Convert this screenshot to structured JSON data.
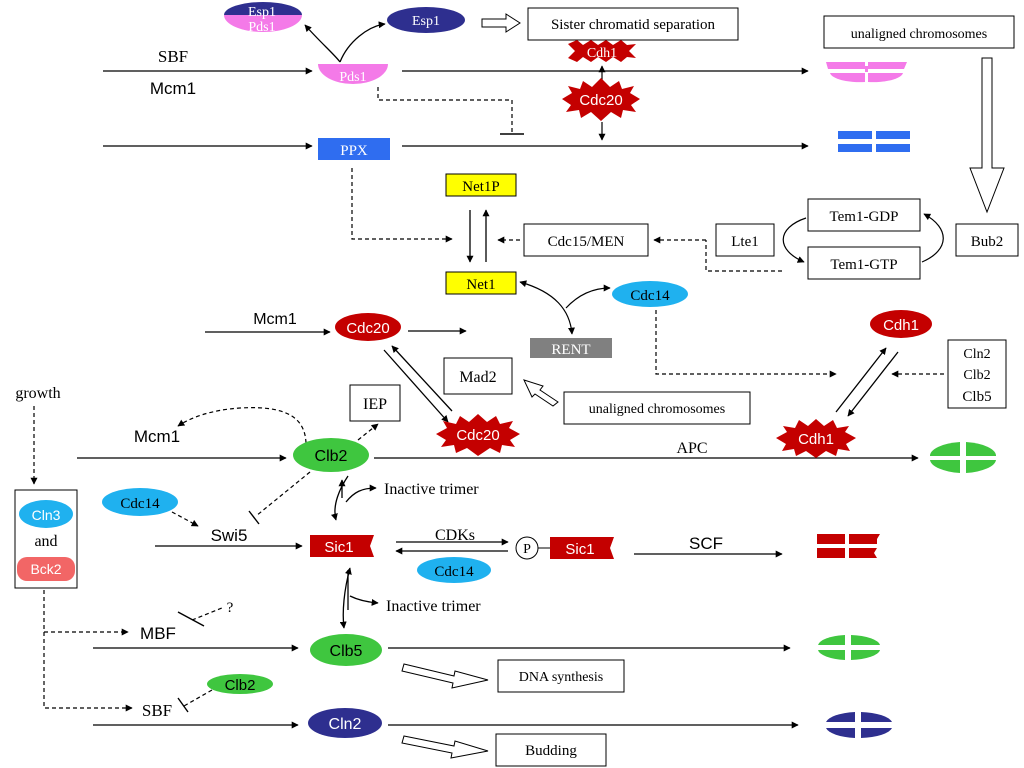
{
  "labels": {
    "esp1_pds1_complex_top": "Esp1",
    "esp1_pds1_complex_bottom": "Pds1",
    "esp1": "Esp1",
    "sister_chromatid_separation": "Sister chromatid separation",
    "unaligned_chromosomes_top": "unaligned chromosomes",
    "sbf_top": "SBF",
    "mcm1_top": "Mcm1",
    "pds1": "Pds1",
    "cdh1_top": "Cdh1",
    "cdc20_top": "Cdc20",
    "ppx": "PPX",
    "net1p": "Net1P",
    "net1": "Net1",
    "cdc15_men": "Cdc15/MEN",
    "lte1": "Lte1",
    "tem1_gdp": "Tem1-GDP",
    "tem1_gtp": "Tem1-GTP",
    "bub2": "Bub2",
    "cdc14_rent": "Cdc14",
    "rent": "RENT",
    "mcm1_mid": "Mcm1",
    "cdc20_mid": "Cdc20",
    "cdh1_right": "Cdh1",
    "cln2_small": "Cln2",
    "clb2_small": "Clb2",
    "clb5_small": "Clb5",
    "growth": "growth",
    "mad2": "Mad2",
    "iep": "IEP",
    "unaligned_chromosomes_mid": "unaligned chromosomes",
    "mcm1_clb2": "Mcm1",
    "clb2": "Clb2",
    "cdc20_apc": "Cdc20",
    "apc": "APC",
    "cdh1_apc": "Cdh1",
    "inactive_trimer_top": "Inactive trimer",
    "cln3": "Cln3",
    "and": "and",
    "bck2": "Bck2",
    "cdc14_swi5": "Cdc14",
    "swi5": "Swi5",
    "sic1": "Sic1",
    "cdks": "CDKs",
    "p": "P",
    "sic1_p": "Sic1",
    "scf": "SCF",
    "cdc14_sic1": "Cdc14",
    "inactive_trimer_bottom": "Inactive trimer",
    "mbf": "MBF",
    "question": "?",
    "clb5": "Clb5",
    "dna_synthesis": "DNA synthesis",
    "clb2_sbf": "Clb2",
    "sbf_bottom": "SBF",
    "cln2": "Cln2",
    "budding": "Budding"
  },
  "colors": {
    "navy": "#2e2f8f",
    "pink": "#f47ae8",
    "red": "#c40000",
    "blue": "#2f6df0",
    "cyan": "#1fb1ef",
    "green": "#3fc63f",
    "yellow": "#ffff00",
    "gray": "#808080",
    "salmon": "#f26666"
  }
}
